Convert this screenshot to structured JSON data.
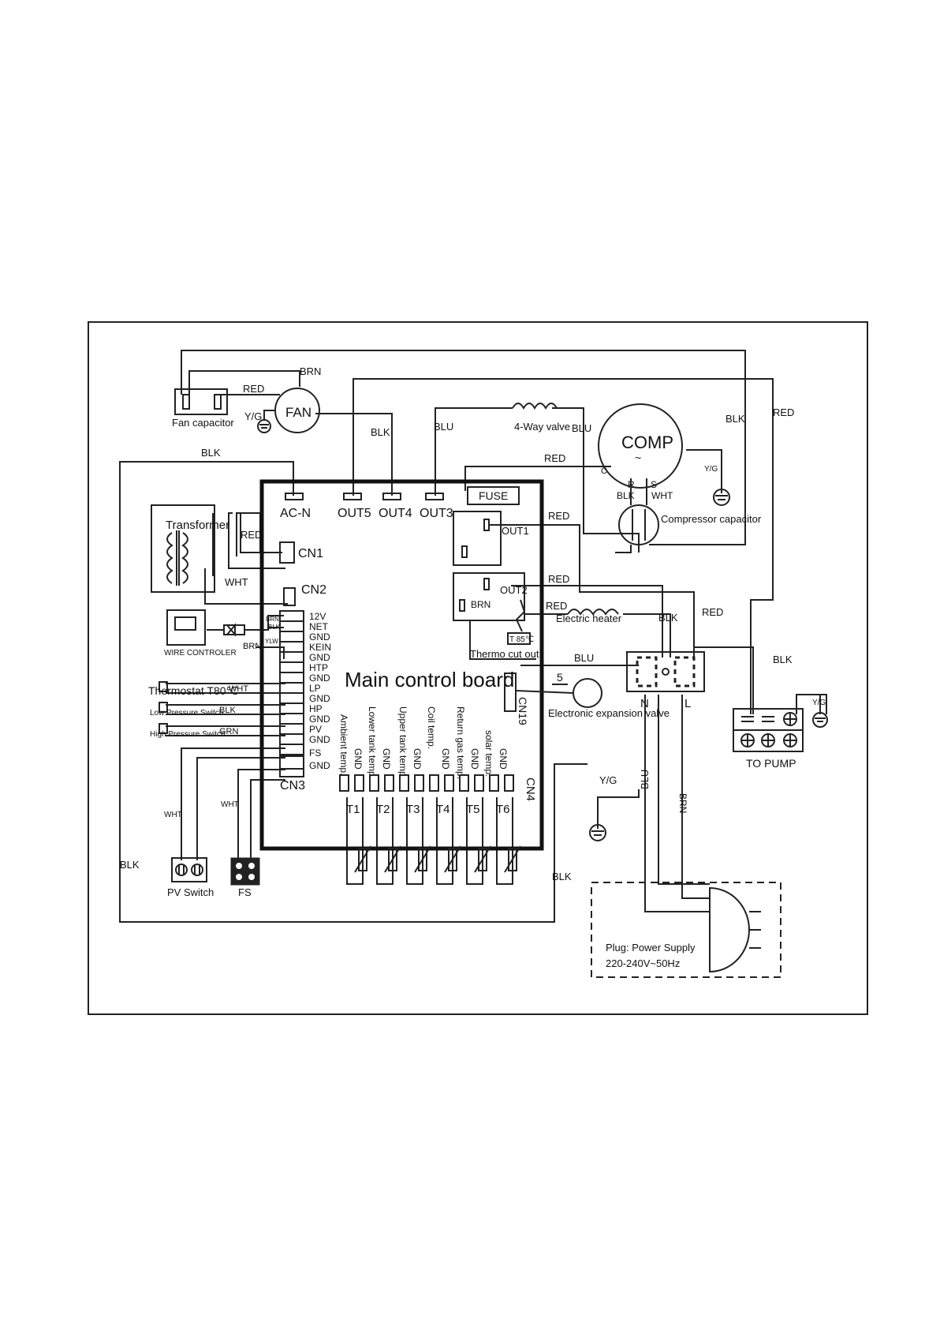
{
  "frame": {
    "border_color": "#222222"
  },
  "board": {
    "title": "Main control board",
    "fuse": "FUSE",
    "top_ports": [
      "AC-N",
      "OUT5",
      "OUT4",
      "OUT3"
    ],
    "out1": "OUT1",
    "out2": "OUT2",
    "brn_inside": "BRN",
    "cn1": "CN1",
    "cn2": "CN2",
    "cn3": "CN3",
    "cn4": "CN4",
    "cn19": "CN19",
    "cn3_pins": [
      "12V",
      "NET",
      "GND",
      "KEIN",
      "GND",
      "HTP",
      "GND",
      "LP",
      "GND",
      "HP",
      "GND",
      "PV",
      "GND",
      "FS",
      "GND"
    ],
    "cn4_labels": [
      "Ambient temp.",
      "GND",
      "Lower tank temp.",
      "GND",
      "Upper tank temp.",
      "GND",
      "Coil temp.",
      "GND",
      "Return gas temp.",
      "GND",
      "solar temp.",
      "GND"
    ],
    "sensors": [
      "T1",
      "T2",
      "T3",
      "T4",
      "T5",
      "T6"
    ]
  },
  "components": {
    "fan_capacitor": "Fan capacitor",
    "fan": "FAN",
    "four_way_valve": "4-Way valve",
    "comp": "COMP",
    "comp_c": "C",
    "comp_r": "R",
    "comp_s": "S",
    "compressor_capacitor": "Compressor capacitor",
    "transformer": "Transformer",
    "wire_controller": "WIRE CONTROLER",
    "thermostat": "Thermostat T80℃",
    "low_pressure_switch": "Low Pressure Switch",
    "high_pressure_switch": "High Pressure Switch",
    "electric_heater": "Electric heater",
    "thermo_cut_out": "Thermo cut out",
    "t85": "T 85℃",
    "exp_valve_num": "5",
    "exp_valve": "Electronic expansion valve",
    "terminal_n": "N",
    "terminal_l": "L",
    "to_pump": "TO PUMP",
    "pv_switch": "PV Switch",
    "fs": "FS",
    "plug": "Plug: Power Supply",
    "plug_spec": "220-240V~50Hz"
  },
  "wire_labels": {
    "brn_top": "BRN",
    "red_fan": "RED",
    "yg_fan": "Y/G",
    "blk_left": "BLK",
    "blk_out4": "BLK",
    "blu_out3": "BLU",
    "blu_valve": "BLU",
    "blk_right": "BLK",
    "red_right": "RED",
    "red_comp": "RED",
    "yg_comp": "Y/G",
    "blk_comp": "BLK",
    "wht_comp": "WHT",
    "red_cn1": "RED",
    "wht_cn2": "WHT",
    "red_out1": "RED",
    "red_out2": "RED",
    "red_heater": "RED",
    "blk_term": "BLK",
    "red_term": "RED",
    "blu_term": "BLU",
    "blk_pump": "BLK",
    "yg_pump": "Y/G",
    "brn_wc1": "BRN",
    "blk_wc": "BLK",
    "ylw_wc": "YLW",
    "brn_wc2": "BRN",
    "wht_thermo": "WHT",
    "blk_lp": "BLK",
    "grn_hp": "GRN",
    "wht_pv": "WHT",
    "wht_fs": "WHT",
    "blk_bottom_left": "BLK",
    "blk_bottom": "BLK",
    "yg_ground": "Y/G",
    "blu_plug": "BLU",
    "brn_plug": "BRN"
  }
}
